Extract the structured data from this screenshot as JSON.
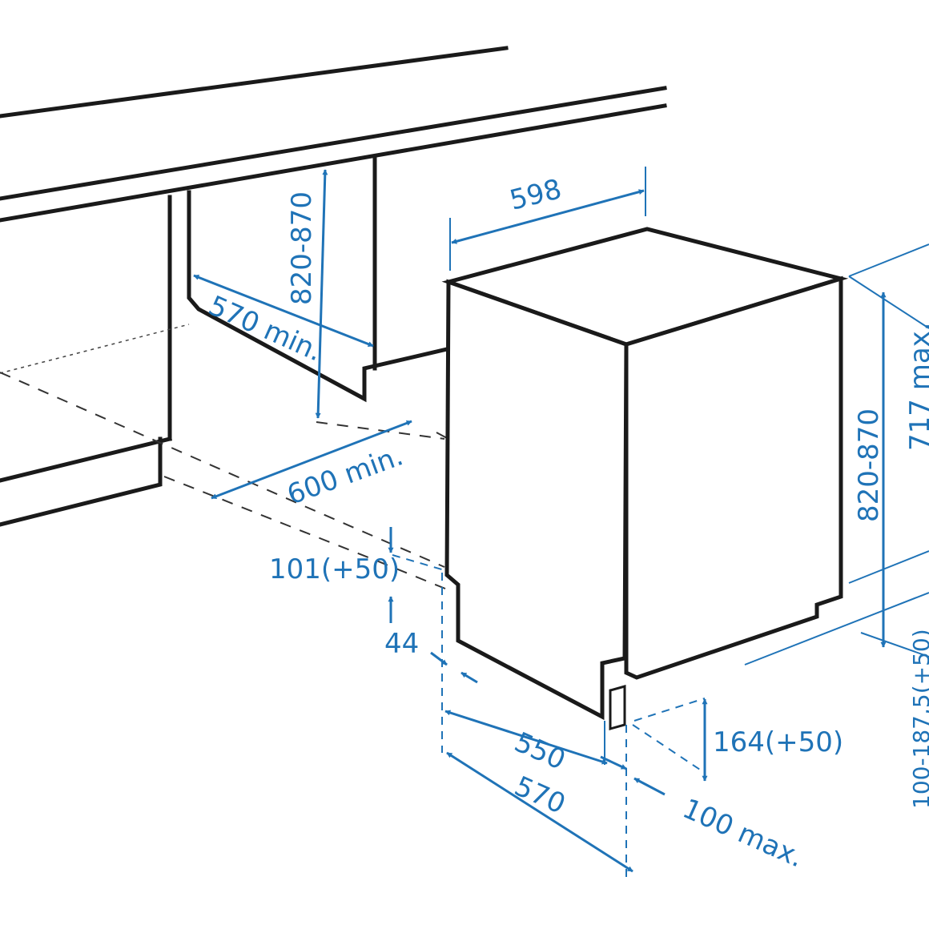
{
  "accent_color": "#1f73b7",
  "line_color": "#1a1a1a",
  "dimensions": {
    "niche_height": "820-870",
    "niche_depth": "570 min.",
    "niche_width": "600 min.",
    "appliance_width": "598",
    "appliance_height": "820-870",
    "door_height": "717 max.",
    "foot_offset": "101(+50)",
    "toe_kick": "44",
    "body_depth": "550",
    "total_depth": "570",
    "plinth_height": "164(+50)",
    "plinth_depth": "100 max.",
    "plinth_range": "100-187,5(+50)"
  }
}
